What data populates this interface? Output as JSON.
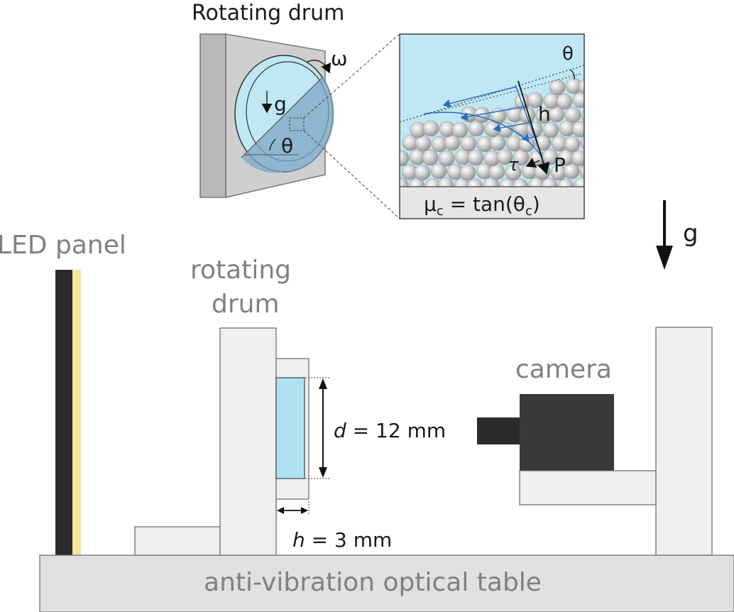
{
  "inset": {
    "title": "Rotating drum",
    "omega": "ω",
    "g": "g",
    "theta": "θ"
  },
  "zoom": {
    "theta": "θ",
    "h": "h",
    "tau": "τ",
    "p": "P",
    "friction_formula": "μ",
    "friction_sub": "c",
    "friction_mid": " = tan(θ",
    "friction_sub2": "c",
    "friction_end": ")"
  },
  "setup": {
    "led_label": "LED panel",
    "drum_label_1": "rotating",
    "drum_label_2": "drum",
    "camera_label": "camera",
    "gravity_label": "g",
    "d_var": "d",
    "d_value": " = 12 mm",
    "h_var": "h",
    "h_value": " = 3 mm",
    "table_label": "anti-vibration optical table"
  },
  "colors": {
    "granular_medium": "#bfe7f4",
    "cell_fill": "#aee2f2",
    "led_strip": "#f7e59c",
    "led_frame": "#2b2b2b",
    "camera_body": "#3a3a3a",
    "stand": "#efefef",
    "table": "#e0e0e0",
    "flow_lines": "#2b6fbf"
  }
}
